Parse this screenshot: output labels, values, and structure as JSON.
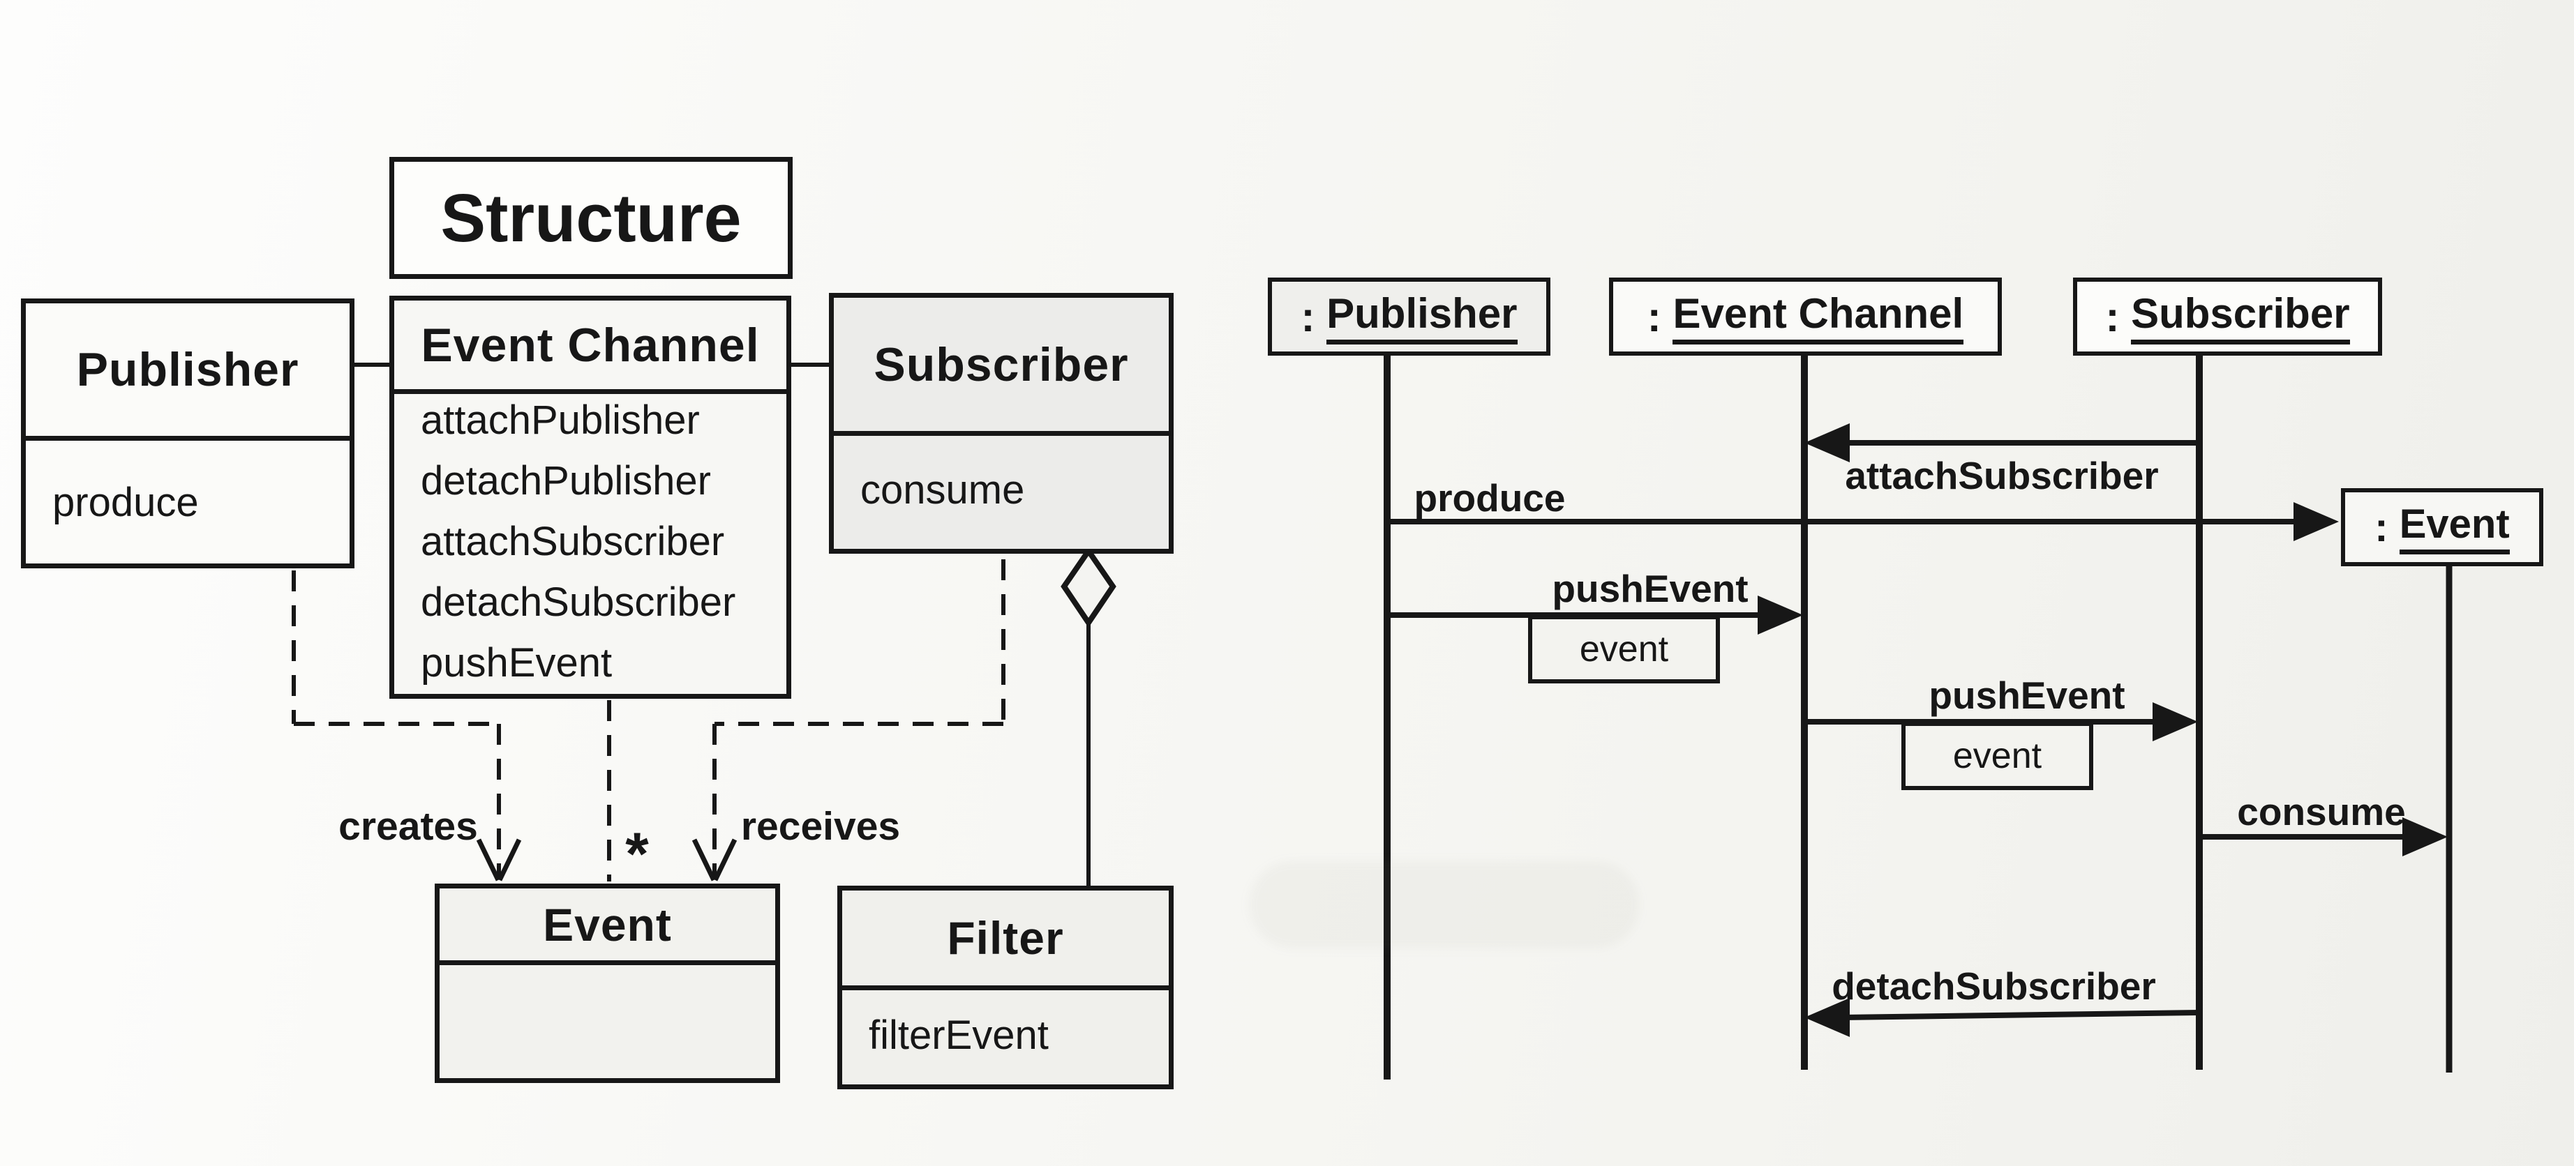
{
  "colors": {
    "ink": "#171717",
    "paper": "#f5f5f2"
  },
  "class_diagram": {
    "title": "Structure",
    "publisher": {
      "name": "Publisher",
      "methods": [
        "produce"
      ]
    },
    "event_channel": {
      "name": "Event Channel",
      "methods": [
        "attachPublisher",
        "detachPublisher",
        "attachSubscriber",
        "detachSubscriber",
        "pushEvent"
      ]
    },
    "subscriber": {
      "name": "Subscriber",
      "methods": [
        "consume"
      ]
    },
    "event": {
      "name": "Event"
    },
    "filter": {
      "name": "Filter",
      "methods": [
        "filterEvent"
      ]
    },
    "labels": {
      "creates": "creates",
      "receives": "receives",
      "multiplicity": "*"
    }
  },
  "sequence_diagram": {
    "lifelines": {
      "publisher": {
        "prefix": ": ",
        "name": "Publisher"
      },
      "event_channel": {
        "prefix": ": ",
        "name": "Event Channel"
      },
      "subscriber": {
        "prefix": ": ",
        "name": "Subscriber"
      },
      "event": {
        "prefix": ": ",
        "name": "Event"
      }
    },
    "messages": [
      {
        "label": "attachSubscriber",
        "from": ": Subscriber",
        "to": ": Event Channel"
      },
      {
        "label": "produce",
        "from": ": Publisher",
        "to": ": Event"
      },
      {
        "label": "pushEvent",
        "param": "event",
        "from": ": Publisher",
        "to": ": Event Channel"
      },
      {
        "label": "pushEvent",
        "param": "event",
        "from": ": Event Channel",
        "to": ": Subscriber"
      },
      {
        "label": "consume",
        "from": ": Subscriber",
        "to": ": Event"
      },
      {
        "label": "detachSubscriber",
        "from": ": Subscriber",
        "to": ": Event Channel"
      }
    ]
  }
}
